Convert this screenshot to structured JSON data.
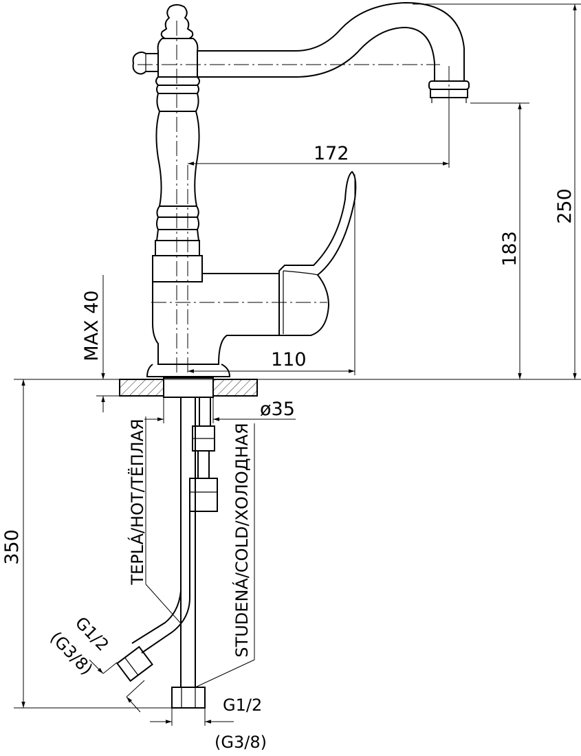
{
  "dimensions": {
    "width_172": "172",
    "height_250": "250",
    "height_183": "183",
    "reach_110": "110",
    "max_40": "MAX 40",
    "diameter_35": "ø35",
    "hose_350": "350"
  },
  "labels": {
    "hot": "TEPLÁ/HOT/ТЁПЛАЯ",
    "cold": "STUDENÁ/COLD/ХОЛОДНАЯ"
  },
  "threads": {
    "hot_main": "G1/2",
    "hot_alt": "(G3/8)",
    "cold_main": "G1/2",
    "cold_alt": "(G3/8)"
  }
}
